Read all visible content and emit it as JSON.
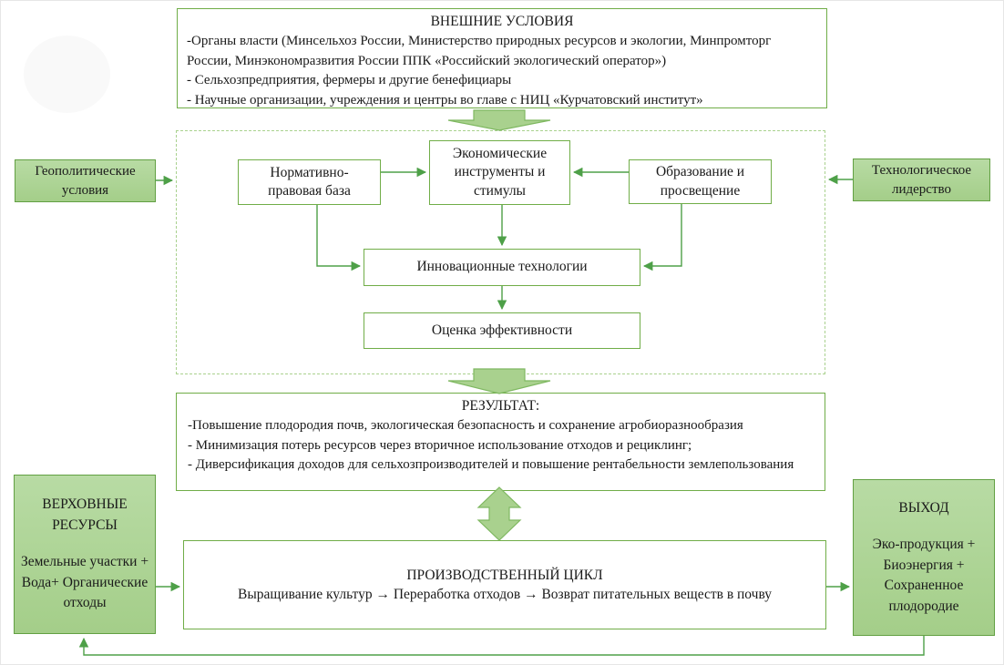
{
  "colors": {
    "accent_green_border": "#70ad47",
    "fill_green_light": "#a9d18e",
    "connector_green": "#4ea048",
    "dashed_border_green": "#a9d18e"
  },
  "top_box": {
    "title": "ВНЕШНИЕ УСЛОВИЯ",
    "bullets": [
      "-Органы власти (Минсельхоз России, Министерство природных ресурсов и экологии, Минпромторг России, Минэкономразвития России ППК «Российский экологический оператор»)",
      "- Сельхозпредприятия, фермеры и другие бенефициары",
      "- Научные организации, учреждения и центры во главе с НИЦ «Курчатовский институт»"
    ]
  },
  "left_input_box": {
    "label": "Геополитические условия"
  },
  "right_input_box": {
    "label": "Технологическое лидерство"
  },
  "inner_boxes": {
    "normative": "Нормативно-правовая база",
    "economic": "Экономические инструменты и стимулы",
    "education": "Образование и просвещение",
    "innovation": "Инновационные технологии",
    "evaluation": "Оценка эффективности"
  },
  "result_box": {
    "title": "РЕЗУЛЬТАТ:",
    "bullets": [
      "-Повышение плодородия почв, экологическая безопасность и сохранение агробиоразнообразия",
      "- Минимизация потерь ресурсов через вторичное использование отходов и рециклинг;",
      "- Диверсификация доходов для сельхозпроизводителей и повышение рентабельности землепользования"
    ]
  },
  "resources_box": {
    "title": "ВЕРХОВНЫЕ РЕСУРСЫ",
    "body": "Земельные участки + Вода+ Органические отходы"
  },
  "production_box": {
    "title": "ПРОИЗВОДСТВЕННЫЙ ЦИКЛ",
    "flow": "Выращивание культур → Переработка отходов → Возврат питательных веществ в почву"
  },
  "output_box": {
    "title": "ВЫХОД",
    "body": "Эко-продукция + Биоэнергия + Сохраненное плодородие"
  }
}
